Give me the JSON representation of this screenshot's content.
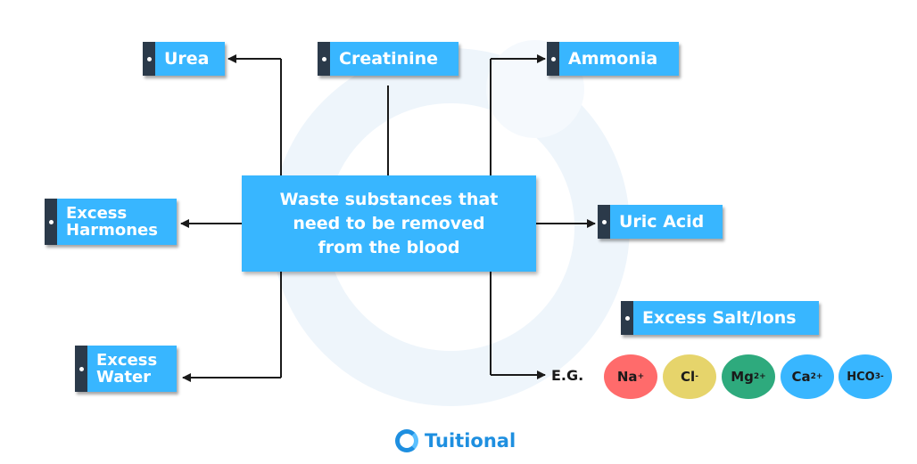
{
  "center": {
    "line1": "Waste substances that",
    "line2": "need to be removed",
    "line3": "from the blood"
  },
  "tags": {
    "urea": "Urea",
    "creatinine": "Creatinine",
    "ammonia": "Ammonia",
    "excess_hormones_1": "Excess",
    "excess_hormones_2": "Harmones",
    "uric_acid": "Uric Acid",
    "excess_water_1": "Excess",
    "excess_water_2": "Water",
    "excess_salt": "Excess Salt/Ions"
  },
  "examples": {
    "label": "E.G.",
    "ions": [
      {
        "base": "Na",
        "charge": "+",
        "color": "#ff6b6b"
      },
      {
        "base": "Cl",
        "charge": "-",
        "color": "#e6d46b"
      },
      {
        "base": "Mg",
        "charge": "2+",
        "color": "#2eaa7d"
      },
      {
        "base": "Ca",
        "charge": "2+",
        "color": "#38b6ff"
      },
      {
        "base": "HCO",
        "charge": "3-",
        "color": "#38b6ff"
      }
    ]
  },
  "brand": {
    "name": "Tuitional"
  },
  "colors": {
    "box": "#38b6ff",
    "bar": "#2b3a4a",
    "ring": "#eef5fb",
    "brand": "#1e8fe0"
  }
}
